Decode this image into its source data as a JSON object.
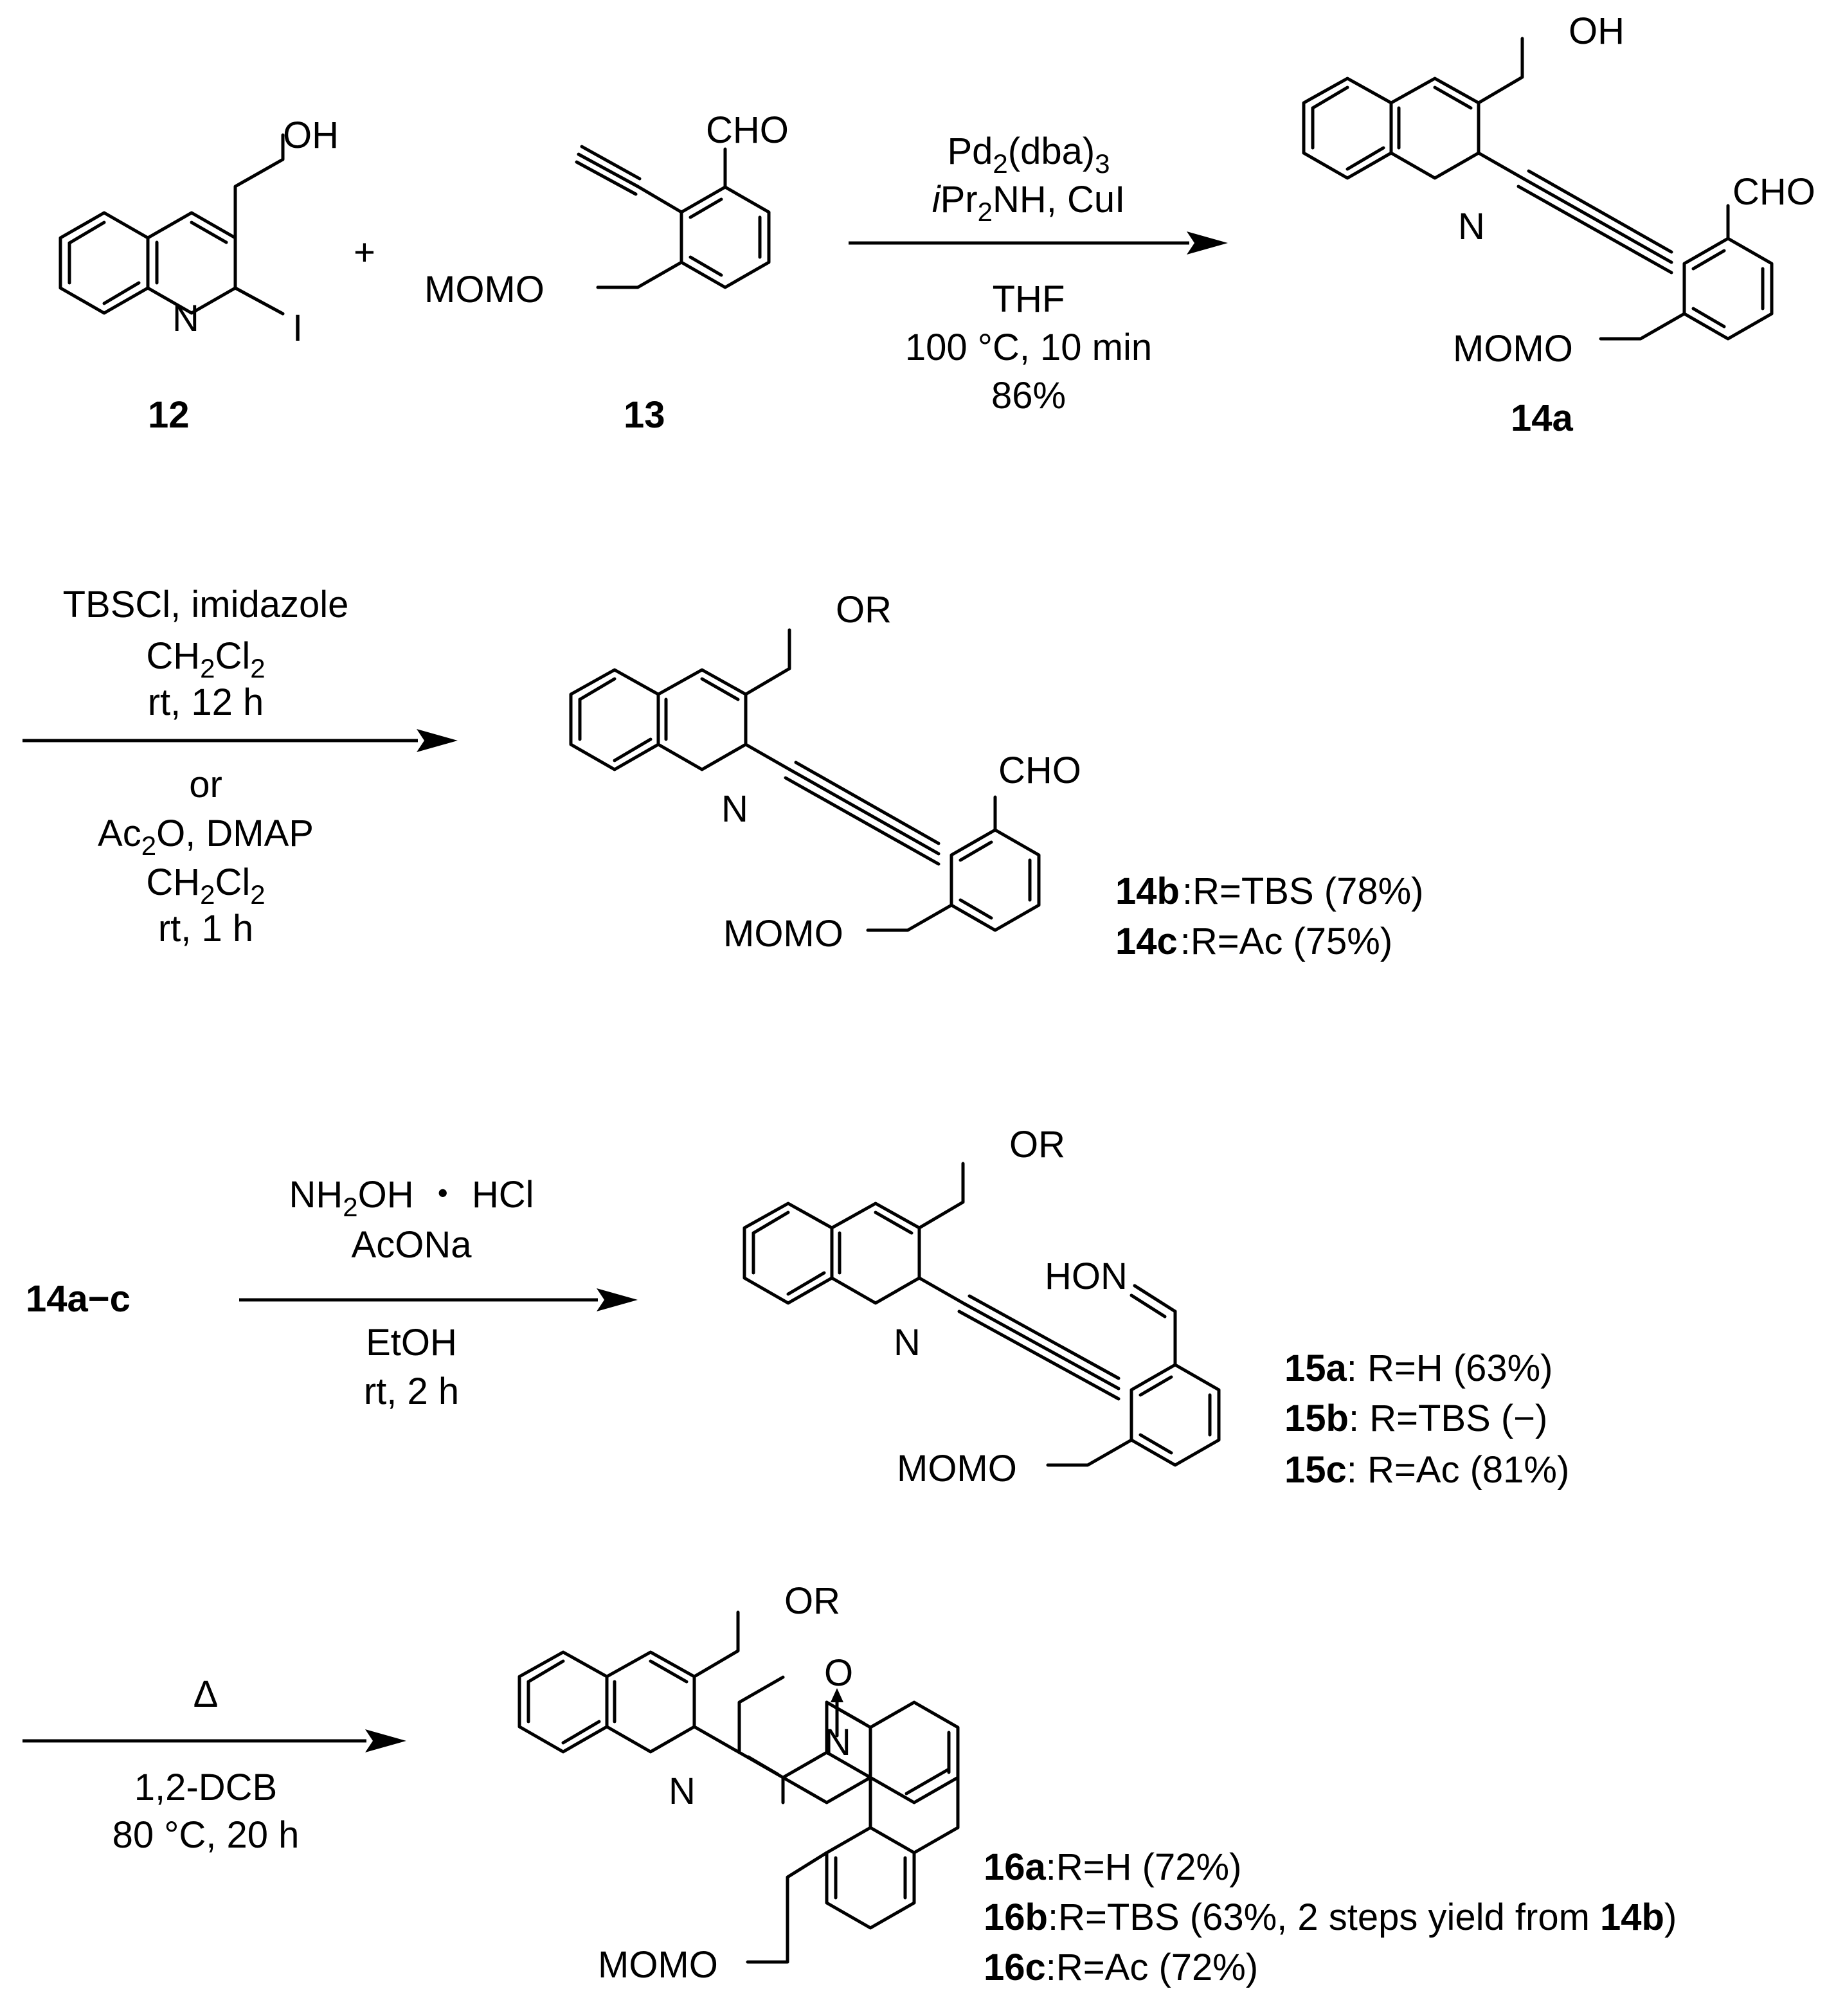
{
  "compounds": {
    "c12": "12",
    "c13": "13",
    "c14a": "14a",
    "c14ac": "14a−c"
  },
  "atoms": {
    "oh": "OH",
    "or": "OR",
    "n": "N",
    "i": "I",
    "cho": "CHO",
    "momo": "MOMO",
    "hon": "HON",
    "o": "O",
    "plus": "+"
  },
  "step1": {
    "reagent1_pre": "Pd",
    "reagent1_sub1": "2",
    "reagent1_mid": "(dba)",
    "reagent1_sub2": "3",
    "reagent2_italic": "i",
    "reagent2_pre": "Pr",
    "reagent2_sub": "2",
    "reagent2_post": "NH, CuI",
    "solvent": "THF",
    "conditions": "100 °C, 10 min",
    "yield": "86%"
  },
  "step2": {
    "line1": "TBSCl, imidazole",
    "solvent_pre": "CH",
    "solvent_sub1": "2",
    "solvent_mid": "Cl",
    "solvent_sub2": "2",
    "time1": "rt, 12 h",
    "or": "or",
    "reagent2_pre": "Ac",
    "reagent2_sub": "2",
    "reagent2_post": "O, DMAP",
    "time2": "rt, 1 h",
    "products": [
      {
        "id": "14b",
        "desc": "R=TBS (78%)"
      },
      {
        "id": "14c",
        "desc": "R=Ac (75%)"
      }
    ]
  },
  "step3": {
    "reagent_pre": "NH",
    "reagent_sub": "2",
    "reagent_post": "OH ・ HCl",
    "reagent2": "AcONa",
    "solvent": "EtOH",
    "conditions": "rt, 2 h",
    "products": [
      {
        "id": "15a",
        "desc": "R=H (63%)"
      },
      {
        "id": "15b",
        "desc": "R=TBS (−)"
      },
      {
        "id": "15c",
        "desc": "R=Ac (81%)"
      }
    ]
  },
  "step4": {
    "heat": "Δ",
    "solvent": "1,2-DCB",
    "conditions": "80 °C, 20 h",
    "products": [
      {
        "id": "16a",
        "desc": "R=H (72%)"
      },
      {
        "id": "16b",
        "desc_pre": "R=TBS (63%, 2 steps yield from ",
        "desc_ref": "14b",
        "desc_post": ")"
      },
      {
        "id": "16c",
        "desc": "R=Ac (72%)"
      }
    ]
  }
}
